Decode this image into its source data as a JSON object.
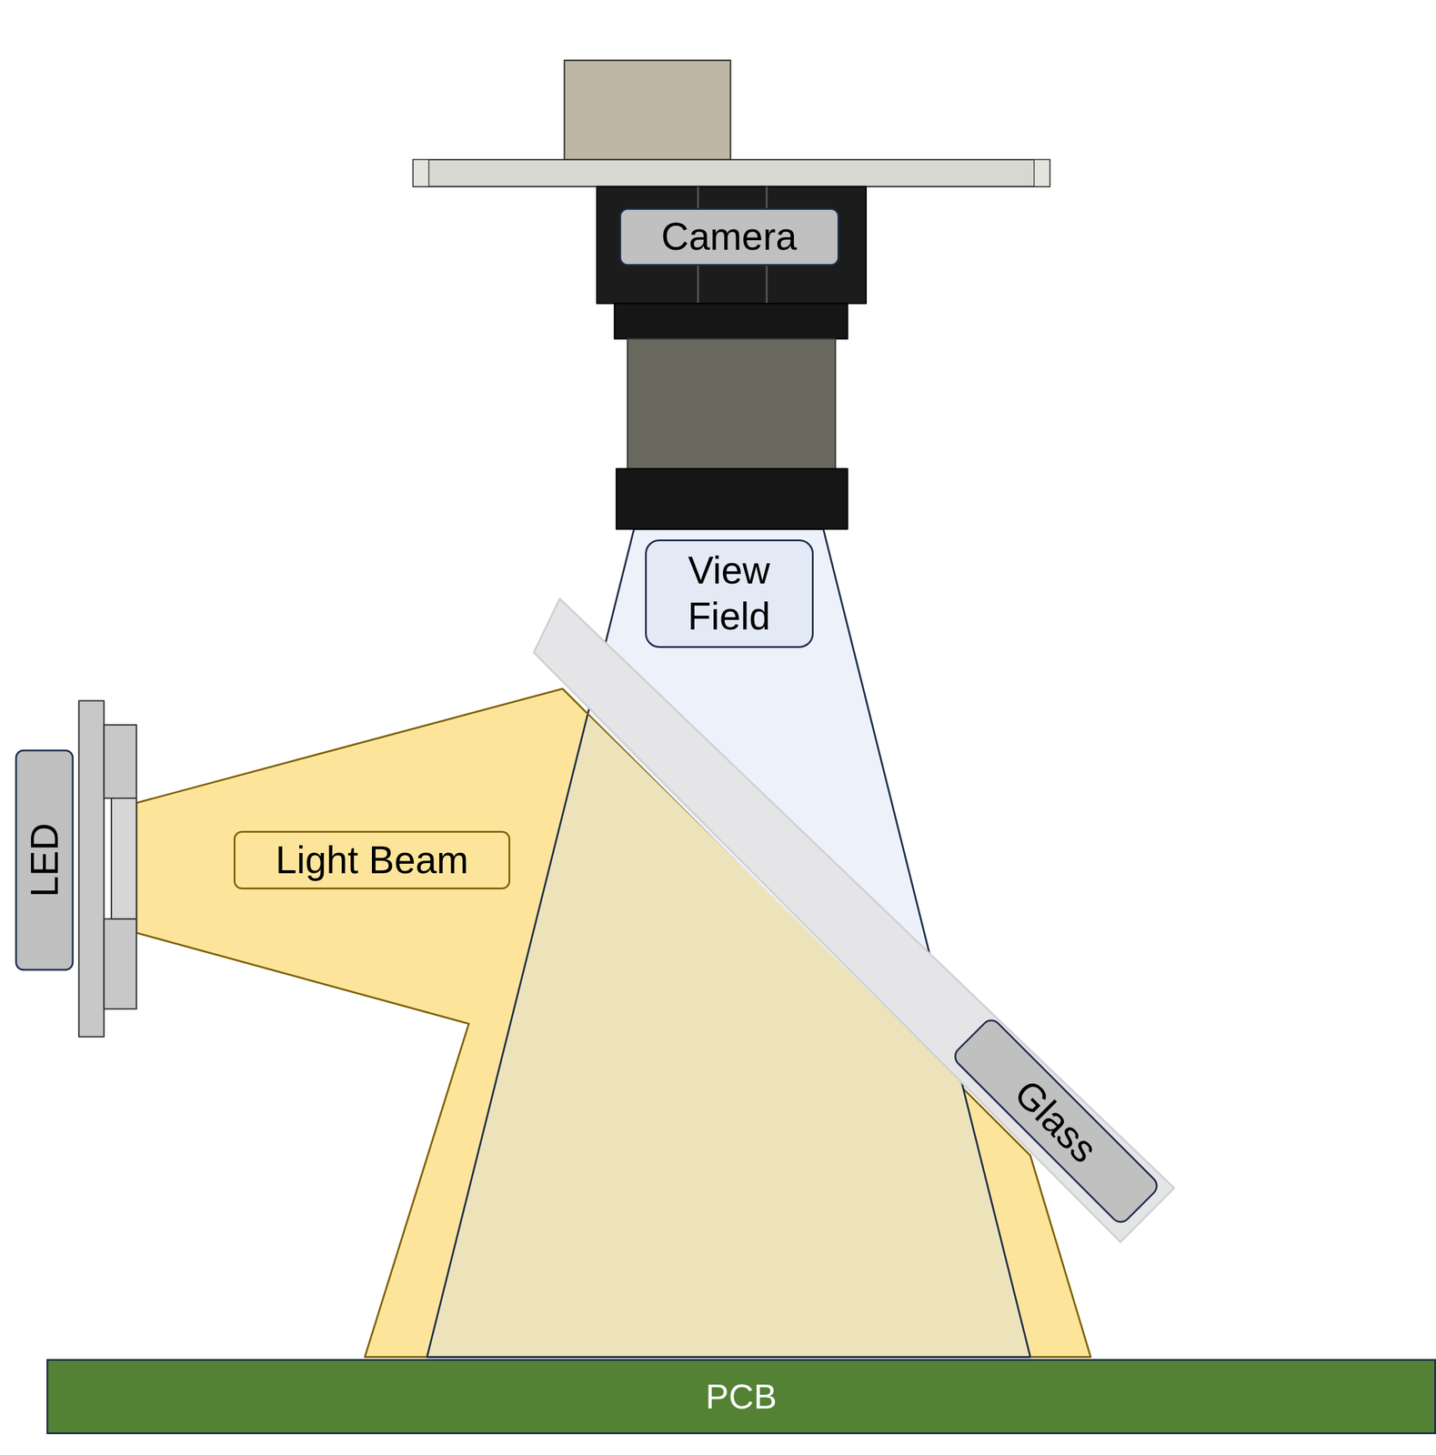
{
  "diagram": {
    "nodes": [
      {
        "text": [
          "Camera"
        ]
      },
      {
        "text": [
          "View Field"
        ]
      },
      {
        "text": [
          "LED"
        ]
      },
      {
        "text": [
          "Light Beam"
        ]
      },
      {
        "text": [
          "Glass"
        ]
      },
      {
        "text": [
          "PCB"
        ]
      }
    ]
  }
}
